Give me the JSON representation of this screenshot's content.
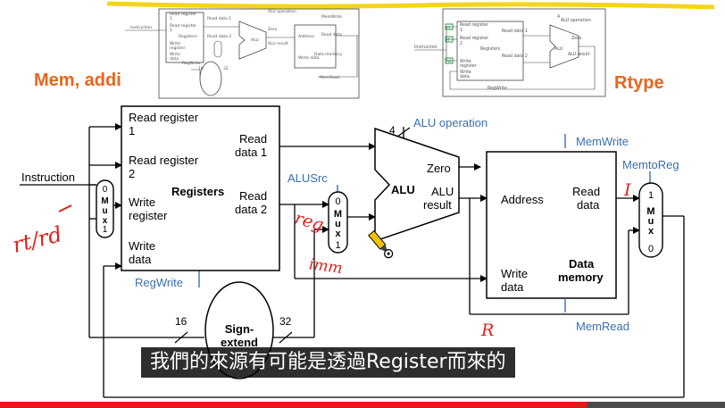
{
  "top_left_label": "Mem, addi",
  "top_right_label": "Rtype",
  "thumb_left": {
    "labels": [
      "Read register 1",
      "Read register 2",
      "Registers",
      "Write register",
      "Write data",
      "Read data 1",
      "Read data 2",
      "ALU operation",
      "ALU",
      "Zero",
      "ALU result",
      "Address",
      "Read data",
      "Data memory",
      "Write data",
      "MemWrite",
      "MemRead",
      "RegWrite",
      "Instruction",
      "16",
      "32"
    ]
  },
  "thumb_right": {
    "labels": [
      "Read register 1",
      "Read register 2",
      "Registers",
      "Write register",
      "Write data",
      "Read data 1",
      "Read data 2",
      "ALU operation",
      "Zero",
      "ALU",
      "ALU result",
      "Instruction",
      "RegWrite",
      "rs",
      "rt",
      "rd",
      "4"
    ]
  },
  "diagram": {
    "registers": {
      "read_register_1": "Read register 1",
      "read_register_2": "Read register 2",
      "title": "Registers",
      "write_register": "Write register",
      "write_data": "Write data",
      "read_data_1": "Read data 1",
      "read_data_2": "Read data 2",
      "regwrite": "RegWrite"
    },
    "instruction": "Instruction",
    "mux_reg_dst": {
      "top": "0",
      "label": "Mux",
      "bottom": "1"
    },
    "alusrc": "ALUSrc",
    "mux_alusrc": {
      "top": "0",
      "label": "Mux",
      "bottom": "1"
    },
    "alu": {
      "operation": "ALU operation",
      "op_bits": "4",
      "name": "ALU",
      "zero": "Zero",
      "result": "ALU result"
    },
    "data_memory": {
      "address": "Address",
      "read_data": "Read data",
      "write_data": "Write data",
      "title": "Data memory",
      "memwrite": "MemWrite",
      "memread": "MemRead"
    },
    "memtoreg": "MemtoReg",
    "mux_memtoreg": {
      "top": "1",
      "label": "Mux",
      "bottom": "0"
    },
    "sign_extend": {
      "label": "Sign-extend",
      "in_bits": "16",
      "out_bits": "32"
    }
  },
  "handwriting": {
    "rt_rd": "rt/rd",
    "reg": "reg",
    "imm": "imm",
    "mark_I": "I",
    "mark_R": "R"
  },
  "subtitle": "我們的來源有可能是透過Register而來的",
  "video_progress": 0.81,
  "colors": {
    "accent_yellow": "#f5d51a",
    "title_orange": "#e8651d",
    "wire_blue": "#3a6fb0",
    "ink_red": "#e0201b",
    "progress_red": "#e3181b"
  }
}
